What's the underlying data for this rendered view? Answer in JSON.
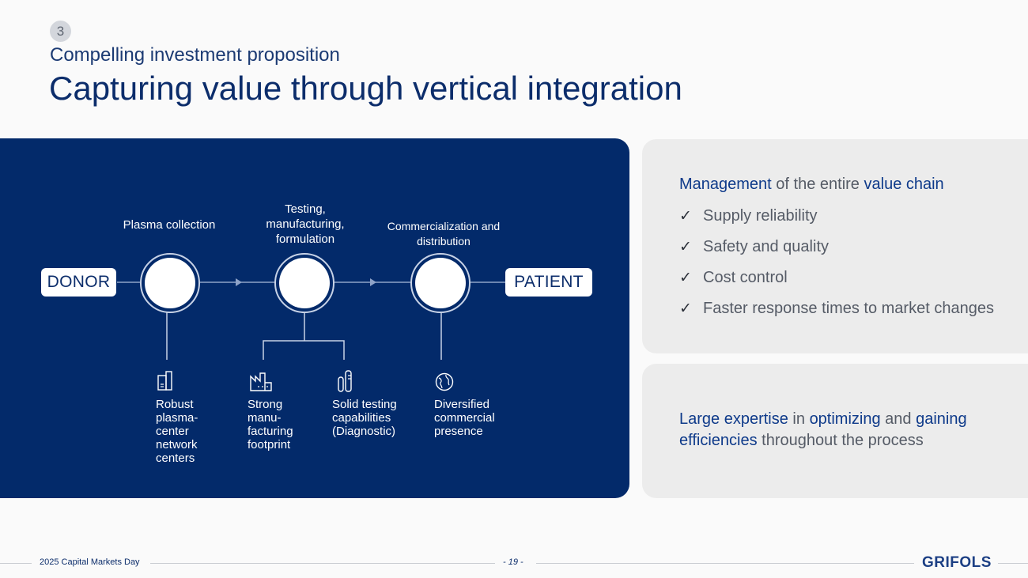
{
  "header": {
    "section_number": "3",
    "section_title": "Compelling investment proposition",
    "page_title": "Capturing value through vertical integration"
  },
  "diagram": {
    "start_label": "DONOR",
    "end_label": "PATIENT",
    "stages": [
      {
        "label": "Plasma collection"
      },
      {
        "label": "Testing, manufacturing, formulation"
      },
      {
        "label": "Commercialization and distribution"
      }
    ],
    "capabilities": [
      {
        "icon": "building-icon",
        "label": "Robust plasma-center network centers"
      },
      {
        "icon": "factory-icon",
        "label": "Strong manu-facturing footprint"
      },
      {
        "icon": "test-tube-icon",
        "label": "Solid testing capabilities (Diagnostic)"
      },
      {
        "icon": "globe-icon",
        "label": "Diversified commercial presence"
      }
    ]
  },
  "value_chain_card": {
    "heading_part1": "Management",
    "heading_part2": " of the entire ",
    "heading_part3": "value chain",
    "items": [
      "Supply reliability",
      "Safety and quality",
      "Cost control",
      "Faster response times to market changes"
    ],
    "check_symbol": "✓"
  },
  "expertise_card": {
    "part1": "Large expertise",
    "part2": " in ",
    "part3": "optimizing",
    "part4": " and ",
    "part5": "gaining efficiencies",
    "part6": " throughout the process"
  },
  "footer": {
    "event": "2025 Capital Markets Day",
    "page": "- 19 -",
    "logo": "GRIFOLS"
  },
  "colors": {
    "navy": "#032a6a",
    "accent_blue": "#0e3a8a",
    "card_gray": "#ececec"
  }
}
